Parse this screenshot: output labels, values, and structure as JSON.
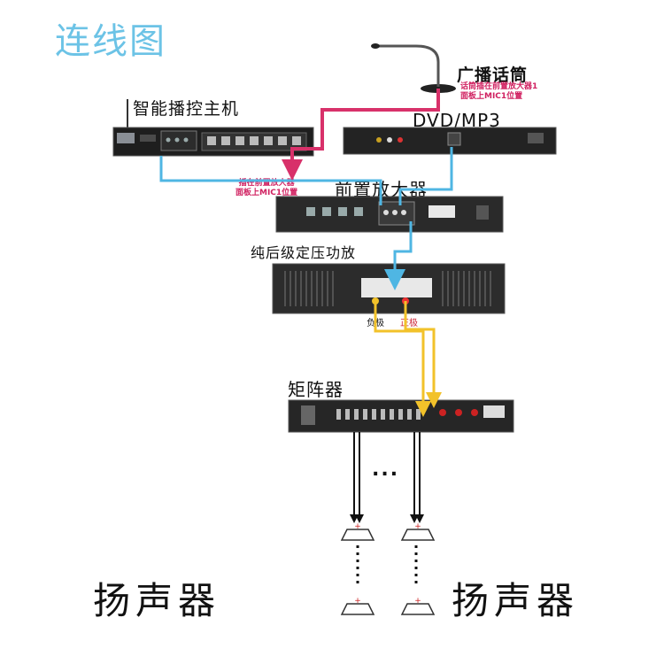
{
  "title": "连线图",
  "devices": {
    "host": "智能播控主机",
    "microphone": "广播话筒",
    "dvd": "DVD/MP3",
    "preamp": "前置放大器",
    "amplifier": "纯后级定压功放",
    "matrix": "矩阵器"
  },
  "notes": {
    "mic_note_line1": "话筒插在前置放大器1",
    "mic_note_line2": "面板上MIC1位置",
    "host_note_line1": "插在前置放大器",
    "host_note_line2": "面板上MIC1位置"
  },
  "terminals": {
    "negative": "负极",
    "positive": "正极"
  },
  "speakers": {
    "left_label": "扬声器",
    "right_label": "扬声器",
    "ellipsis": "..."
  },
  "colors": {
    "title": "#6cc3e6",
    "blue_cable": "#4fb6e3",
    "red_cable": "#d8316a",
    "yellow_cable": "#f2c22a"
  }
}
